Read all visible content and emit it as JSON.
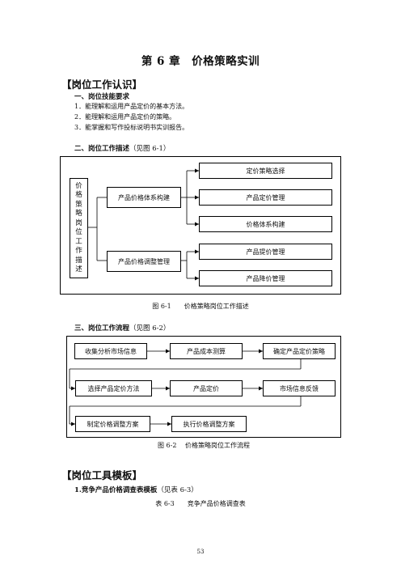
{
  "chapter": {
    "number": "第 6 章",
    "name": "价格策略实训"
  },
  "section_cognition": "【岗位工作认识】",
  "skills": {
    "heading": "一、岗位技能要求",
    "items": [
      "1．能理解和运用产品定价的基本方法。",
      "2．能理解和运用产品定价的策略。",
      "3．能掌握和写作投标说明书实训报告。"
    ]
  },
  "desc": {
    "heading": "二、岗位工作描述",
    "note": "（见图 6-1）",
    "root_label": "价格策略岗位工作描述",
    "branch1": "产品价格体系构建",
    "branch2": "产品价格调整管理",
    "leaves1": [
      "定价策略选择",
      "产品定价管理",
      "价格体系构建"
    ],
    "leaves2": [
      "产品提价管理",
      "产品降价管理"
    ],
    "caption": "图 6-1　　价格策略岗位工作描述"
  },
  "flow": {
    "heading": "三、岗位工作流程",
    "note": "（见图 6-2）",
    "row1": [
      "收集分析市场信息",
      "产品成本测算",
      "确定产品定价策略"
    ],
    "row2": [
      "选择产品定价方法",
      "产品定价",
      "市场信息反馈"
    ],
    "row3": [
      "制定价格调整方案",
      "执行价格调整方案"
    ],
    "caption": "图 6-2　 价格策略岗位工作流程"
  },
  "section_tools": "【岗位工具模板】",
  "template": {
    "heading": "1.竞争产品价格调查表模板",
    "note": "（见表 6-3）",
    "caption": "表 6-3　　竞争产品价格调查表"
  },
  "page_number": "53"
}
